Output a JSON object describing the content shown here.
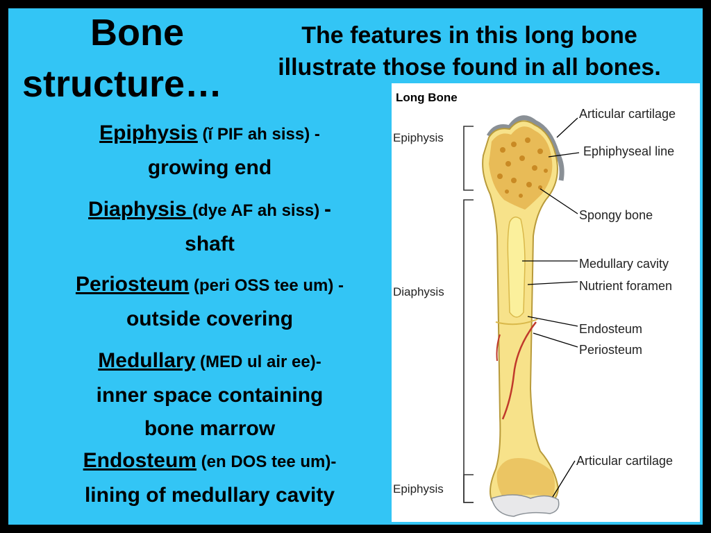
{
  "title": {
    "line1": "Bone",
    "line2": "structure…"
  },
  "subtitle": {
    "line1": "The features in this long bone",
    "line2": "illustrate those found in all bones."
  },
  "terms": [
    {
      "word": "Epiphysis",
      "pron": " (ĭ PIF ah siss) -",
      "def": "growing end"
    },
    {
      "word": "Diaphysis ",
      "pron": "(dye AF ah siss) ",
      "dash": "-",
      "def": "shaft"
    },
    {
      "word": "Periosteum",
      "pron": " (peri OSS tee um) -",
      "def": "outside covering"
    },
    {
      "word": "Medullary",
      "pron": " (MED ul air ee)-",
      "def": "inner space containing",
      "def2": "bone marrow"
    },
    {
      "word": "Endosteum",
      "pron": " (en DOS tee um)-",
      "def": "lining of medullary cavity"
    }
  ],
  "diagram": {
    "heading": "Long Bone",
    "left_labels": {
      "epiphysis_top": "Epiphysis",
      "diaphysis": "Diaphysis",
      "epiphysis_bottom": "Epiphysis"
    },
    "right_labels": {
      "articular_top": "Articular cartilage",
      "epiphyseal_line": "Ephiphyseal line",
      "spongy": "Spongy bone",
      "medullary": "Medullary cavity",
      "nutrient": "Nutrient foramen",
      "endosteum": "Endosteum",
      "periosteum": "Periosteum",
      "articular_bottom": "Articular cartilage"
    },
    "colors": {
      "bone": "#f7e28a",
      "spongy": "#e3b24a",
      "cavity": "#fbf09c",
      "cartilage": "#9aa0a6",
      "vessel": "#c0392b"
    }
  }
}
